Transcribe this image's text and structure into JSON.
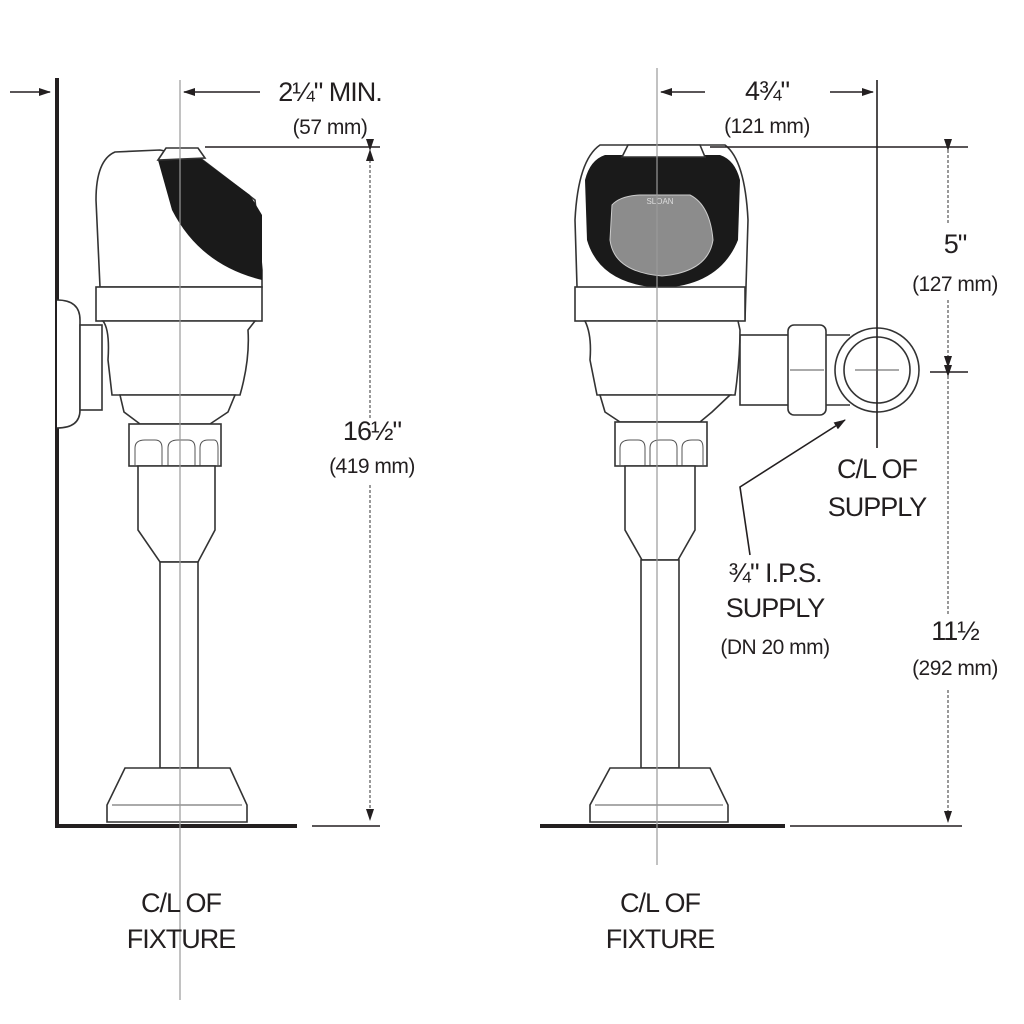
{
  "left_view": {
    "min_clearance": "2¼\" MIN.",
    "min_clearance_mm": "(57 mm)",
    "height": "16½\"",
    "height_mm": "(419 mm)",
    "centerline_line1": "C/L OF",
    "centerline_line2": "FIXTURE"
  },
  "right_view": {
    "logo": "SLOAN",
    "offset": "4¾\"",
    "offset_mm": "(121 mm)",
    "top_to_supply": "5\"",
    "top_to_supply_mm": "(127 mm)",
    "supply_cl_line1": "C/L OF",
    "supply_cl_line2": "SUPPLY",
    "supply_size_line1": "¾\" I.P.S.",
    "supply_size_line2": "SUPPLY",
    "supply_size_line3": "(DN 20 mm)",
    "supply_height": "11½",
    "supply_height_mm": "(292 mm)",
    "centerline_line1": "C/L OF",
    "centerline_line2": "FIXTURE"
  }
}
